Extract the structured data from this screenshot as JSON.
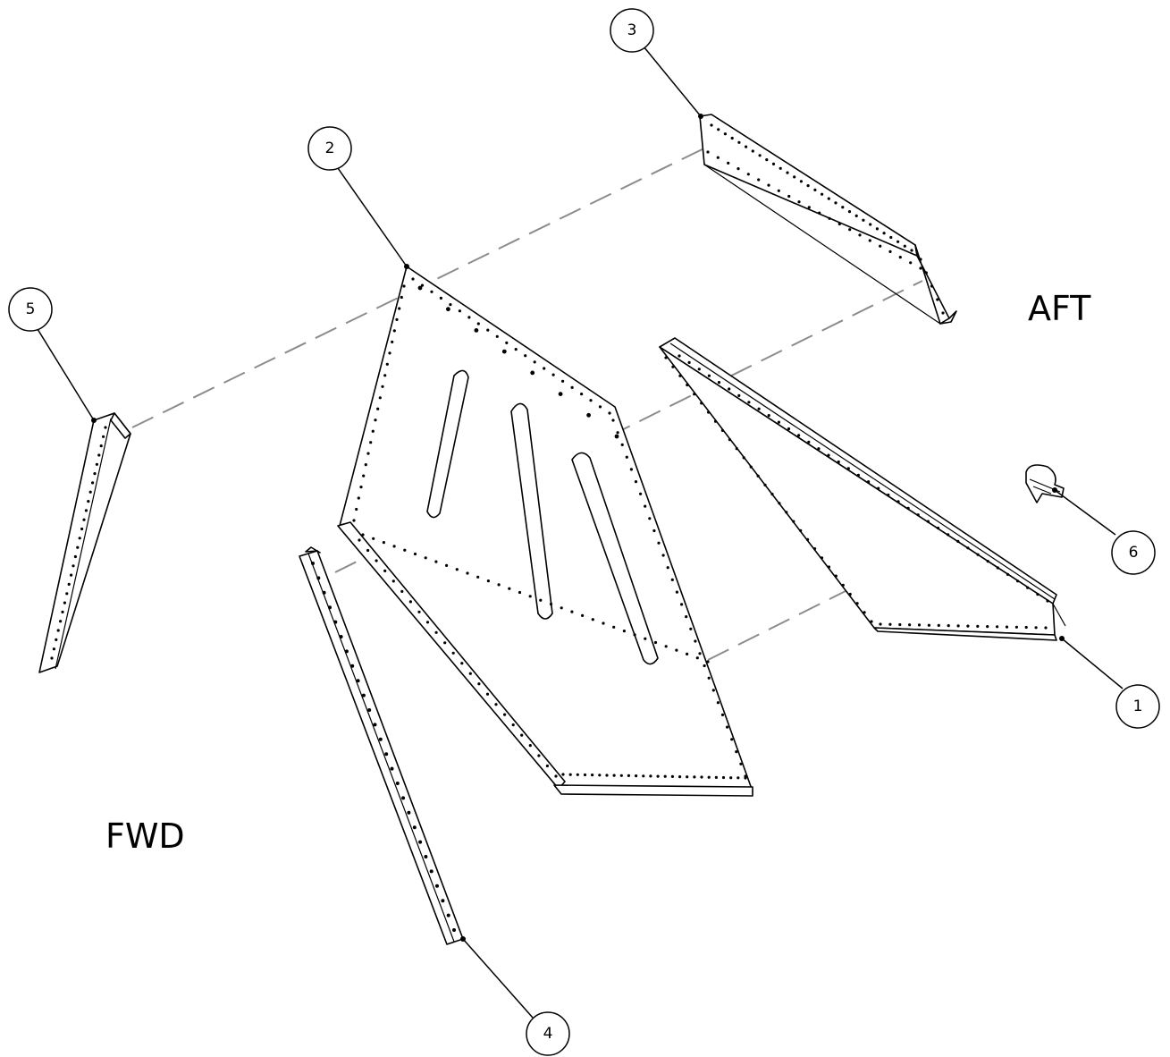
{
  "diagram": {
    "direction_labels": {
      "aft": "AFT",
      "fwd": "FWD"
    },
    "callouts": [
      {
        "id": "1",
        "label": "1"
      },
      {
        "id": "2",
        "label": "2"
      },
      {
        "id": "3",
        "label": "3"
      },
      {
        "id": "4",
        "label": "4"
      },
      {
        "id": "5",
        "label": "5"
      },
      {
        "id": "6",
        "label": "6"
      }
    ]
  },
  "colors": {
    "line": "#000000",
    "dashed": "#8c8c8c",
    "background": "#ffffff"
  }
}
